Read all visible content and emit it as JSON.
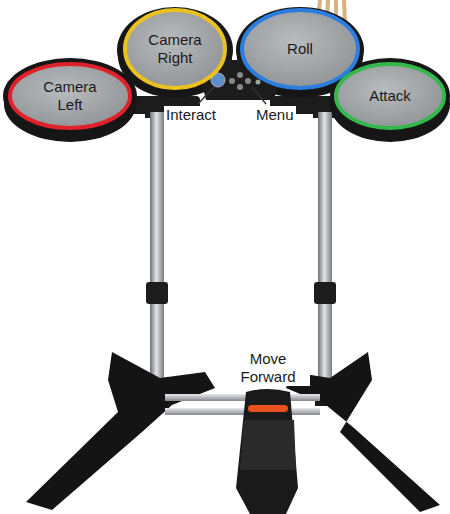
{
  "diagram": {
    "nodes": [
      {
        "text": [
          "Camera Left"
        ]
      },
      {
        "text": [
          "Camera Right"
        ]
      },
      {
        "text": [
          "Roll"
        ]
      },
      {
        "text": [
          "Attack"
        ]
      }
    ],
    "labels": [
      "Interact",
      "Menu",
      "Move Forward"
    ]
  }
}
